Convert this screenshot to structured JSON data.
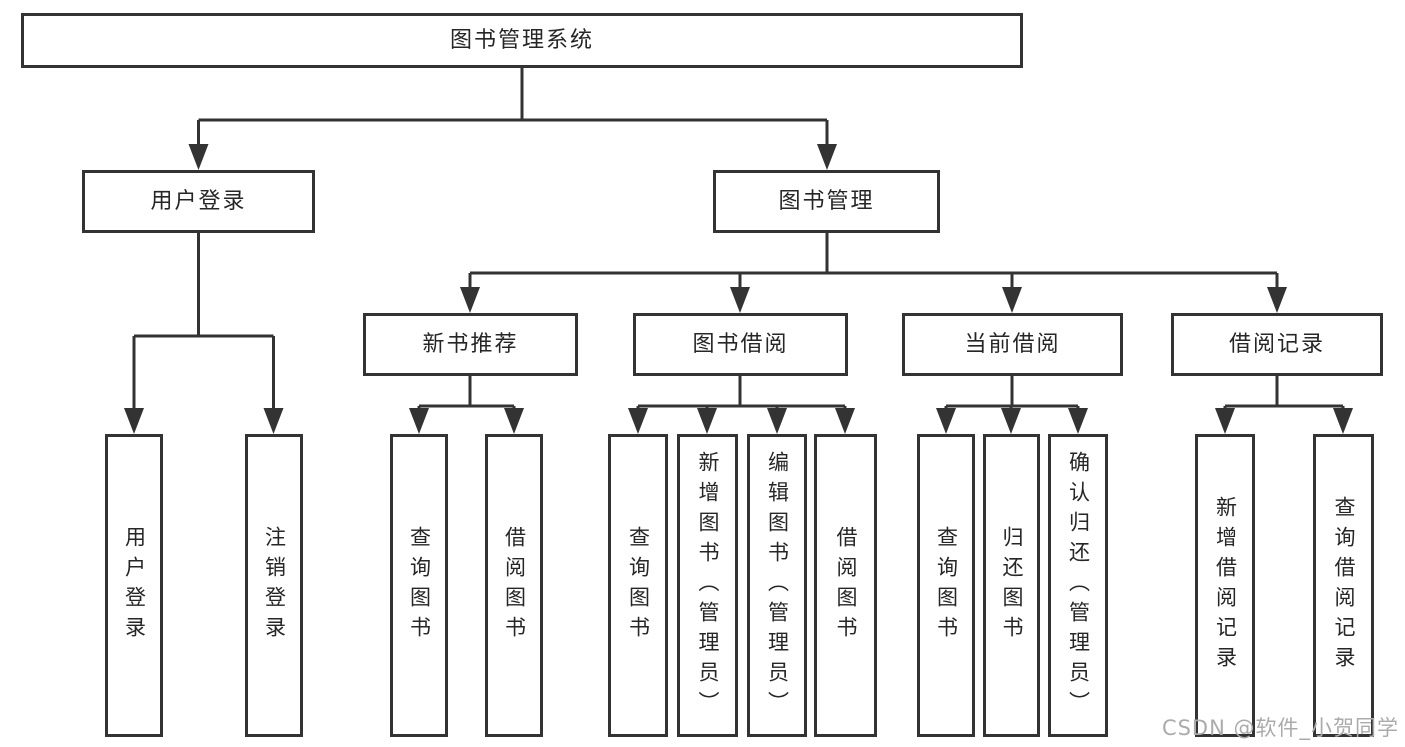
{
  "diagram": {
    "root": "图书管理系统",
    "level2": {
      "user_login": "用户登录",
      "book_mgmt": "图书管理"
    },
    "level3": {
      "new_book_rec": "新书推荐",
      "book_borrow": "图书借阅",
      "current_borrow": "当前借阅",
      "borrow_records": "借阅记录"
    },
    "level4": {
      "user_login_leaf": "用户登录",
      "logout": "注销登录",
      "nb_query": "查询图书",
      "nb_borrow": "借阅图书",
      "bb_query": "查询图书",
      "bb_add": "新增图书（管理员）",
      "bb_edit": "编辑图书（管理员）",
      "bb_borrow": "借阅图书",
      "cb_query": "查询图书",
      "cb_return": "归还图书",
      "cb_confirm": "确认归还（管理员）",
      "br_add": "新增借阅记录",
      "br_query": "查询借阅记录"
    }
  },
  "watermark": "CSDN @软件_小贺同学",
  "colors": {
    "line": "#333333",
    "text": "#262626",
    "watermark": "#ababab",
    "background": "#ffffff"
  }
}
